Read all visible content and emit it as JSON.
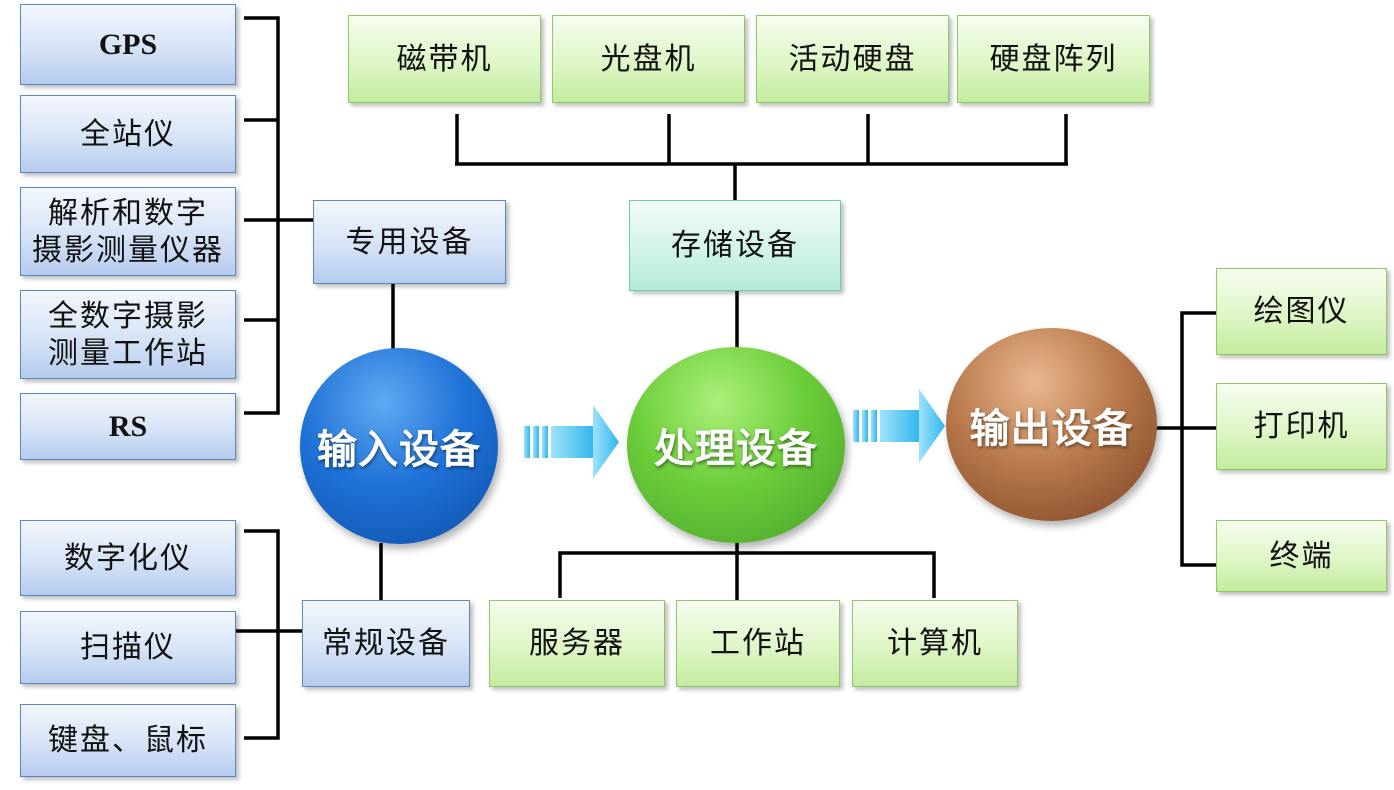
{
  "diagram": {
    "input_device": "输入设备",
    "process_device": "处理设备",
    "output_device": "输出设备",
    "special_equipment": {
      "label": "专用设备",
      "items": [
        "GPS",
        "全站仪",
        "解析和数字\n摄影测量仪器",
        "全数字摄影\n测量工作站",
        "RS"
      ]
    },
    "regular_equipment": {
      "label": "常规设备",
      "items": [
        "数字化仪",
        "扫描仪",
        "键盘、鼠标"
      ]
    },
    "storage_equipment": {
      "label": "存储设备",
      "items": [
        "磁带机",
        "光盘机",
        "活动硬盘",
        "硬盘阵列"
      ]
    },
    "processing_items": [
      "服务器",
      "工作站",
      "计算机"
    ],
    "output_items": [
      "绘图仪",
      "打印机",
      "终端"
    ],
    "colors": {
      "input_circle": "#1f73d8",
      "process_circle": "#6ccd3a",
      "output_circle": "#b97a4c",
      "blue_box": "#d6e3f6",
      "green_box": "#def6c6",
      "teal_box": "#d2f3e8",
      "arrow": "#4cc6f2",
      "connector": "#000000"
    }
  }
}
